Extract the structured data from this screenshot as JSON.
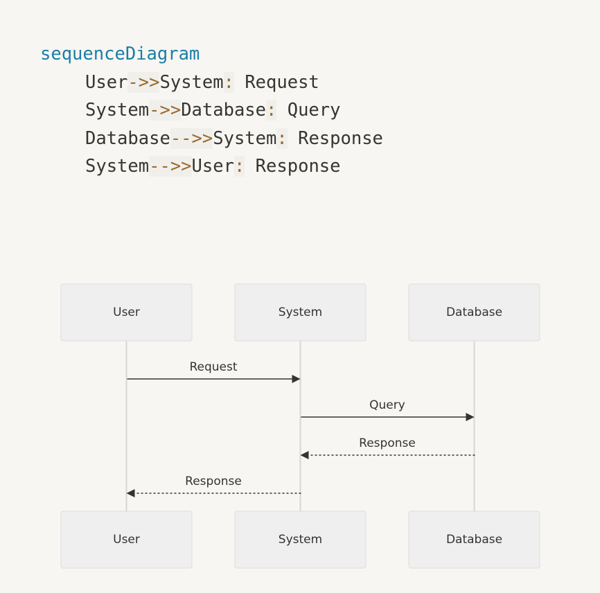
{
  "code": {
    "keyword": "sequenceDiagram",
    "lines": [
      {
        "from": "User",
        "arrow": "->>",
        "to": "System",
        "colon": ":",
        "text": " Request"
      },
      {
        "from": "System",
        "arrow": "->>",
        "to": "Database",
        "colon": ":",
        "text": " Query"
      },
      {
        "from": "Database",
        "arrow": "-->>",
        "to": "System",
        "colon": ":",
        "text": " Response"
      },
      {
        "from": "System",
        "arrow": "-->>",
        "to": "User",
        "colon": ":",
        "text": " Response"
      }
    ]
  },
  "diagram": {
    "actors": [
      "User",
      "System",
      "Database"
    ],
    "messages": [
      {
        "from": 0,
        "to": 1,
        "label": "Request",
        "style": "solid"
      },
      {
        "from": 1,
        "to": 2,
        "label": "Query",
        "style": "solid"
      },
      {
        "from": 2,
        "to": 1,
        "label": "Response",
        "style": "dashed"
      },
      {
        "from": 1,
        "to": 0,
        "label": "Response",
        "style": "dashed"
      }
    ]
  }
}
